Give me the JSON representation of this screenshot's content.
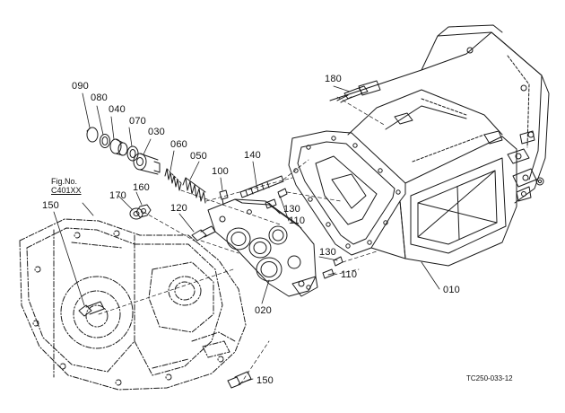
{
  "diagram": {
    "figure_code": "TC250-033-12",
    "figure_ref": {
      "line1": "Fig.No.",
      "line2": "C401XX"
    },
    "callouts": {
      "p090": "090",
      "p080": "080",
      "p040": "040",
      "p070": "070",
      "p030": "030",
      "p060": "060",
      "p050": "050",
      "p100": "100",
      "p140": "140",
      "p180": "180",
      "p170": "170",
      "p160": "160",
      "p150a": "150",
      "p150b": "150",
      "p120": "120",
      "p130a": "130",
      "p110a": "110",
      "p130b": "130",
      "p110b": "110",
      "p020": "020",
      "p010": "010"
    }
  }
}
